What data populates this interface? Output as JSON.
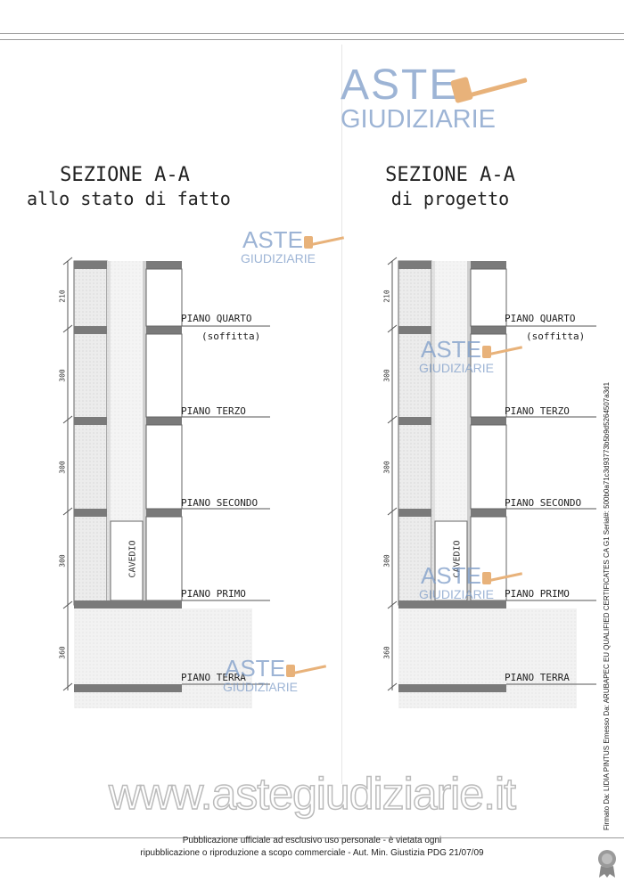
{
  "header_watermark": {
    "line1": "ASTE",
    "line2": "GIUDIZIARIE"
  },
  "left_section": {
    "title_line1": "SEZIONE A-A",
    "title_line2": "allo stato di fatto",
    "cavedio_label": "CAVEDIO",
    "levels": [
      {
        "label": "PIANO QUARTO",
        "sublabel": "(soffitta)"
      },
      {
        "label": "PIANO TERZO"
      },
      {
        "label": "PIANO SECONDO"
      },
      {
        "label": "PIANO PRIMO"
      },
      {
        "label": "PIANO TERRA"
      }
    ],
    "dimensions": [
      "210",
      "300",
      "300",
      "300",
      "360"
    ]
  },
  "right_section": {
    "title_line1": "SEZIONE A-A",
    "title_line2": "di progetto",
    "cavedio_label": "CAVEDIO",
    "levels": [
      {
        "label": "PIANO QUARTO",
        "sublabel": "(soffitta)"
      },
      {
        "label": "PIANO TERZO"
      },
      {
        "label": "PIANO SECONDO"
      },
      {
        "label": "PIANO PRIMO"
      },
      {
        "label": "PIANO TERRA"
      }
    ],
    "dimensions": [
      "210",
      "300",
      "300",
      "300",
      "360"
    ]
  },
  "inline_watermark": {
    "line1": "ASTE",
    "line2": "GIUDIZIARIE"
  },
  "footer": {
    "url": "www.astegiudiziarie.it",
    "pub_line1": "Pubblicazione ufficiale ad esclusivo uso personale - è vietata ogni",
    "pub_line2": "ripubblicazione o riproduzione a scopo commerciale - Aut. Min. Giustizia PDG 21/07/09"
  },
  "signature": "Firmato Da: LIDIA PINTUS Emesso Da: ARUBAPEC EU QUALIFIED CERTIFICATES CA G1 Serial#: 500b0a71c3d93773b5b9d5264507a3d1",
  "colors": {
    "watermark": "#7d9cc8",
    "hammer": "#e8b27a",
    "line": "#9a9a9a"
  }
}
